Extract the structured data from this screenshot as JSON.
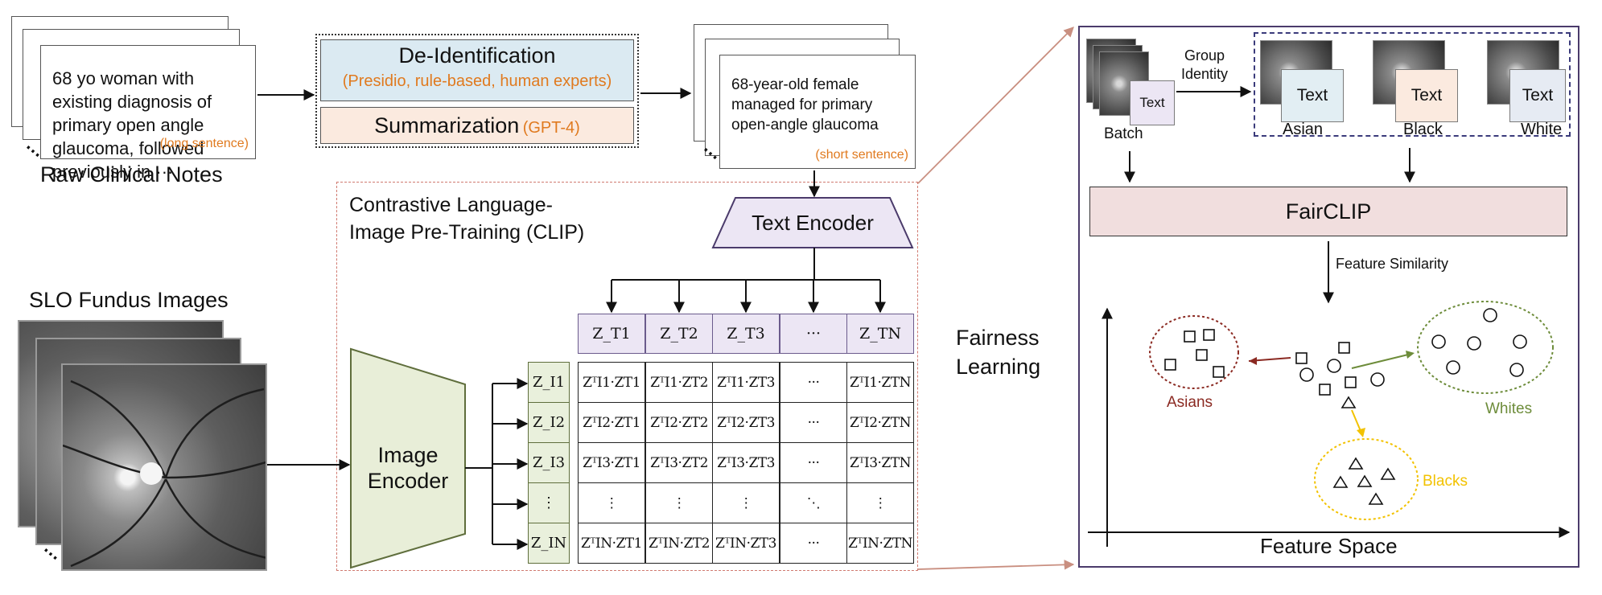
{
  "notes": {
    "raw_text": "68 yo woman with existing diagnosis of primary open angle glaucoma, followed previously in ···",
    "raw_tag": "(long sentence)",
    "raw_label": "Raw Clinical Notes",
    "short_text": "68-year-old female managed for primary open-angle glaucoma",
    "short_tag": "(short sentence)"
  },
  "processing": {
    "deid_title": "De-Identification",
    "deid_sub": "(Presidio, rule-based, human experts)",
    "summ_title": "Summarization",
    "summ_sub": "(GPT-4)"
  },
  "clip": {
    "title_line1": "Contrastive Language-",
    "title_line2": "Image Pre-Training (CLIP)",
    "text_encoder": "Text Encoder",
    "image_encoder_line1": "Image",
    "image_encoder_line2": "Encoder",
    "images_label": "SLO Fundus Images"
  },
  "matrix": {
    "text_headers": [
      "Z_T1",
      "Z_T2",
      "Z_T3",
      "···",
      "Z_TN"
    ],
    "image_headers": [
      "Z_I1",
      "Z_I2",
      "Z_I3",
      "⋮",
      "Z_IN"
    ],
    "rows": [
      [
        "ZᵀI1·ZT1",
        "ZᵀI1·ZT2",
        "ZᵀI1·ZT3",
        "···",
        "ZᵀI1·ZTN"
      ],
      [
        "ZᵀI2·ZT1",
        "ZᵀI2·ZT2",
        "ZᵀI2·ZT3",
        "···",
        "ZᵀI2·ZTN"
      ],
      [
        "ZᵀI3·ZT1",
        "ZᵀI3·ZT2",
        "ZᵀI3·ZT3",
        "···",
        "ZᵀI3·ZTN"
      ],
      [
        "⋮",
        "⋮",
        "⋮",
        "⋱",
        "⋮"
      ],
      [
        "ZᵀIN·ZT1",
        "ZᵀIN·ZT2",
        "ZᵀIN·ZT3",
        "···",
        "ZᵀIN·ZTN"
      ]
    ]
  },
  "fairness": {
    "label_line1": "Fairness",
    "label_line2": "Learning",
    "batch_label": "Batch",
    "text_card": "Text",
    "group_identity_line1": "Group",
    "group_identity_line2": "Identity",
    "groups": [
      "Asian",
      "Black",
      "White"
    ],
    "fairclip": "FairCLIP",
    "feature_similarity": "Feature Similarity",
    "feature_space": "Feature Space",
    "cluster_asians": "Asians",
    "cluster_whites": "Whites",
    "cluster_blacks": "Blacks"
  },
  "colors": {
    "orange": "#e07a1f",
    "deid_fill": "#dbeaf2",
    "summ_fill": "#fbeadf",
    "fairclip_fill": "#f1dede",
    "asian_color": "#8b2a22",
    "white_color": "#6d8c3a",
    "black_color": "#f2c200",
    "panel_border": "#4b3b6b"
  }
}
